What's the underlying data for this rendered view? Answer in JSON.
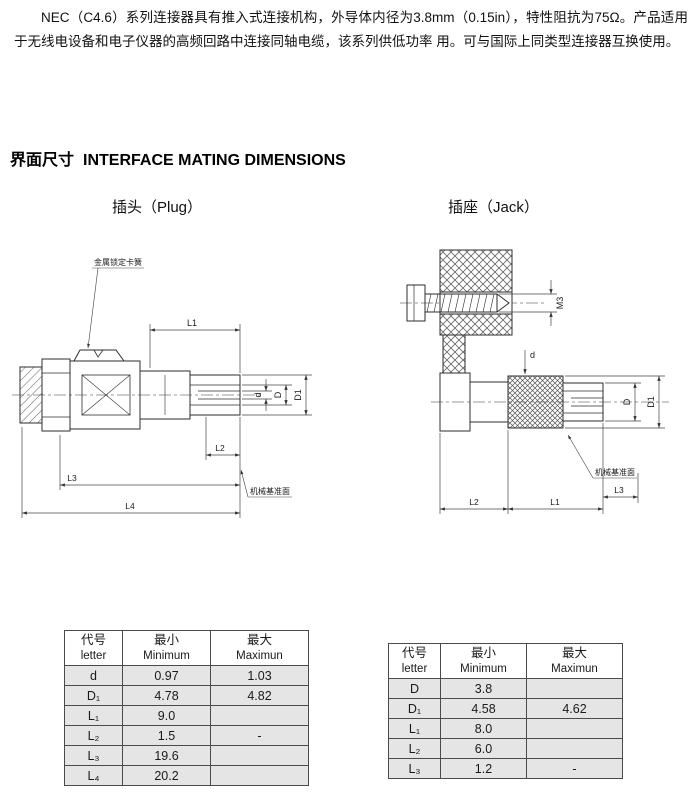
{
  "intro": {
    "text": "NEC（C4.6）系列连接器具有推入式连接机构，外导体内径为3.8mm（0.15in），特性阻抗为75Ω。产品适用于无线电设备和电子仪器的高频回路中连接同轴电缆，该系列供低功率 用。可与国际上同类型连接器互换使用。"
  },
  "section": {
    "title_zh": "界面尺寸",
    "title_en": "INTERFACE MATING DIMENSIONS"
  },
  "plug": {
    "label": "插头（Plug）",
    "callouts": {
      "spring": "金属锁定卡簧",
      "datum": "机械基准面"
    },
    "dims": {
      "l1": "L1",
      "l2": "L2",
      "l3": "L3",
      "l4": "L4",
      "d": "d",
      "D": "D",
      "D1": "D1"
    }
  },
  "jack": {
    "label": "插座（Jack）",
    "callouts": {
      "datum": "机械基准面"
    },
    "dims": {
      "m3": "M3",
      "d": "d",
      "D": "D",
      "D1": "D1",
      "l1": "L1",
      "l2": "L2",
      "l3": "L3"
    }
  },
  "tables": {
    "plug": {
      "headers": [
        {
          "zh": "代号",
          "en": "letter"
        },
        {
          "zh": "最小",
          "en": "Minimum"
        },
        {
          "zh": "最大",
          "en": "Maximun"
        }
      ],
      "rows": [
        [
          "d",
          "0.97",
          "1.03"
        ],
        [
          "D₁",
          "4.78",
          "4.82"
        ],
        [
          "L₁",
          "9.0",
          ""
        ],
        [
          "L₂",
          "1.5",
          "-"
        ],
        [
          "L₃",
          "19.6",
          ""
        ],
        [
          "L₄",
          "20.2",
          ""
        ]
      ]
    },
    "jack": {
      "headers": [
        {
          "zh": "代号",
          "en": "letter"
        },
        {
          "zh": "最小",
          "en": "Minimum"
        },
        {
          "zh": "最大",
          "en": "Maximun"
        }
      ],
      "rows": [
        [
          "D",
          "3.8",
          ""
        ],
        [
          "D₁",
          "4.58",
          "4.62"
        ],
        [
          "L₁",
          "8.0",
          ""
        ],
        [
          "L₂",
          "6.0",
          ""
        ],
        [
          "L₃",
          "1.2",
          "-"
        ]
      ]
    }
  }
}
